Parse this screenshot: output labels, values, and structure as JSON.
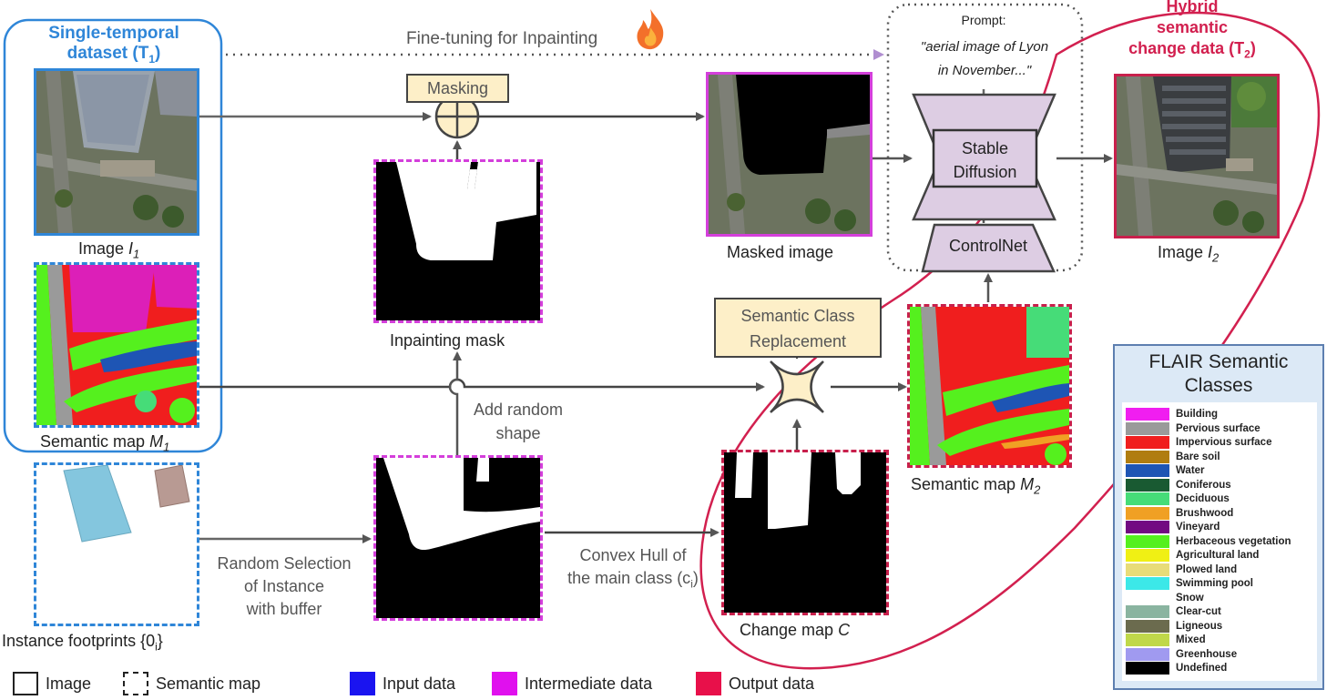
{
  "dataset": {
    "title_line1": "Single-temporal",
    "title_line2": "dataset (T",
    "title_sub": "1",
    "title_end": ")"
  },
  "hybrid": {
    "line1": "Hybrid",
    "line2": "semantic",
    "line3": "change data (T",
    "sub": "2",
    "end": ")"
  },
  "finetune_label": "Fine-tuning for Inpainting",
  "fire_icon": "fire-icon",
  "prompt": {
    "label": "Prompt:",
    "text_line1": "\"aerial image of Lyon",
    "text_line2": "in November...\""
  },
  "blocks": {
    "masking": "Masking",
    "stable_line1": "Stable",
    "stable_line2": "Diffusion",
    "controlnet": "ControlNet",
    "scr_line1": "Semantic Class",
    "scr_line2": "Replacement"
  },
  "labels": {
    "image1": "Image ",
    "image1_var": "I",
    "image1_sub": "1",
    "semmap1": "Semantic map ",
    "semmap1_var": "M",
    "semmap1_sub": "1",
    "footprints": "Instance footprints {0",
    "footprints_sub": "i",
    "footprints_end": "}",
    "masked_image": "Masked image",
    "inpainting_mask": "Inpainting mask",
    "image2": "Image ",
    "image2_var": "I",
    "image2_sub": "2",
    "semmap2": "Semantic map ",
    "semmap2_var": "M",
    "semmap2_sub": "2",
    "change_map": "Change map ",
    "change_map_var": "C",
    "add_random_line1": "Add random",
    "add_random_line2": "shape",
    "random_sel_line1": "Random Selection",
    "random_sel_line2": "of Instance",
    "random_sel_line3": "with buffer",
    "convex_line1": "Convex Hull of",
    "convex_line2": "the main class (c",
    "convex_sub": "i",
    "convex_end": ")"
  },
  "legend_bottom": {
    "image": "Image",
    "semantic_map": "Semantic map",
    "input": "Input data",
    "intermediate": "Intermediate data",
    "output": "Output data"
  },
  "colors": {
    "input": "#1a14f0",
    "intermediate": "#e010ee",
    "output": "#e8104a",
    "blue_box": "#2f86d8",
    "magenta_box": "#d43fdb",
    "red_box": "#c8204c"
  },
  "flair": {
    "title_line1": "FLAIR Semantic",
    "title_line2": "Classes",
    "classes": [
      {
        "name": "Building",
        "color": "#f01ef0"
      },
      {
        "name": "Pervious surface",
        "color": "#9a9a9a"
      },
      {
        "name": "Impervious surface",
        "color": "#f01e1e"
      },
      {
        "name": "Bare soil",
        "color": "#b07d10"
      },
      {
        "name": "Water",
        "color": "#1e55b4"
      },
      {
        "name": "Coniferous",
        "color": "#195a32"
      },
      {
        "name": "Deciduous",
        "color": "#46dc78"
      },
      {
        "name": "Brushwood",
        "color": "#f0a024"
      },
      {
        "name": "Vineyard",
        "color": "#720a82"
      },
      {
        "name": "Herbaceous vegetation",
        "color": "#55f01e"
      },
      {
        "name": "Agricultural land",
        "color": "#f0f014"
      },
      {
        "name": "Plowed land",
        "color": "#e8dc78"
      },
      {
        "name": "Swimming pool",
        "color": "#3ce8e8"
      },
      {
        "name": "Snow",
        "color": "#ffffff"
      },
      {
        "name": "Clear-cut",
        "color": "#8ab4a0"
      },
      {
        "name": "Ligneous",
        "color": "#6b6b4e"
      },
      {
        "name": "Mixed",
        "color": "#c0d84a"
      },
      {
        "name": "Greenhouse",
        "color": "#a09af0"
      },
      {
        "name": "Undefined",
        "color": "#000000"
      }
    ]
  }
}
